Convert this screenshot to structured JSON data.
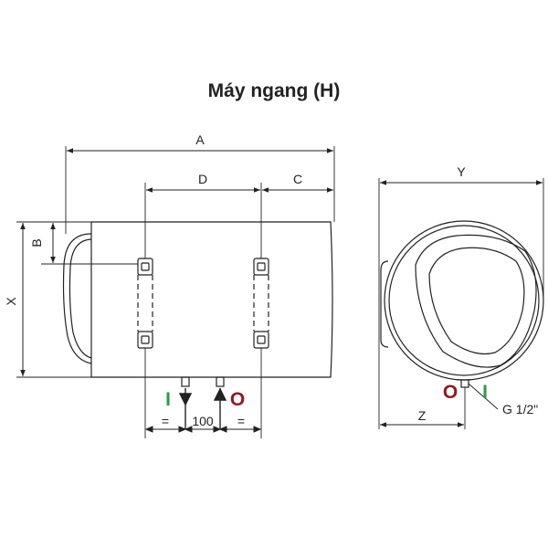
{
  "title": "Máy ngang (H)",
  "dimensions": {
    "a": "A",
    "b": "B",
    "c": "C",
    "d": "D",
    "x": "X",
    "y": "Y",
    "z": "Z",
    "spacing": "100",
    "equal_left": "=",
    "equal_right": "="
  },
  "labels": {
    "inlet": "I",
    "outlet": "O",
    "thread": "G 1/2\""
  },
  "colors": {
    "inlet": "#2e9a45",
    "outlet": "#8e1a22",
    "line": "#222222"
  }
}
